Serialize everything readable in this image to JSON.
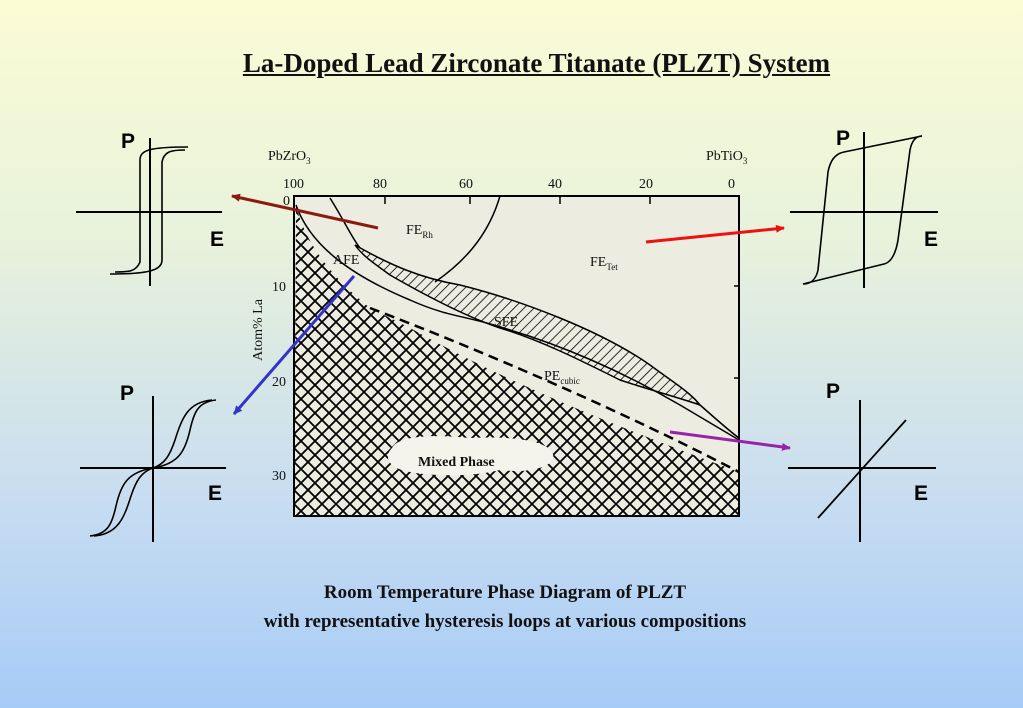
{
  "title": "La-Doped Lead Zirconate Titanate (PLZT) System",
  "caption": {
    "line1": "Room Temperature  Phase Diagram of PLZT",
    "line2": "with representative hysteresis loops at various compositions"
  },
  "diagram": {
    "left_end": "PbZrO",
    "left_end_sub": "3",
    "right_end": "PbTiO",
    "right_end_sub": "3",
    "x_ticks": [
      "100",
      "80",
      "60",
      "40",
      "20",
      "0"
    ],
    "y_ticks": [
      "0",
      "10",
      "20",
      "30"
    ],
    "y_label": "Atom% La",
    "regions": {
      "fe_rh": "FE",
      "fe_rh_sub": "Rh",
      "fe_tet": "FE",
      "fe_tet_sub": "Tet",
      "afe": "AFE",
      "sfe": "SFE",
      "pe_cubic": "PE",
      "pe_cubic_sub": "cubic",
      "mixed_phase": "Mixed Phase"
    }
  },
  "loops": {
    "top_left": {
      "p": "P",
      "e": "E"
    },
    "top_right": {
      "p": "P",
      "e": "E"
    },
    "bottom_left": {
      "p": "P",
      "e": "E"
    },
    "bottom_right": {
      "p": "P",
      "e": "E"
    }
  },
  "colors": {
    "arrow_fe_rh": "#8b1a10",
    "arrow_fe_tet": "#ee1111",
    "arrow_afe": "#3333cc",
    "arrow_pe": "#9922aa"
  }
}
